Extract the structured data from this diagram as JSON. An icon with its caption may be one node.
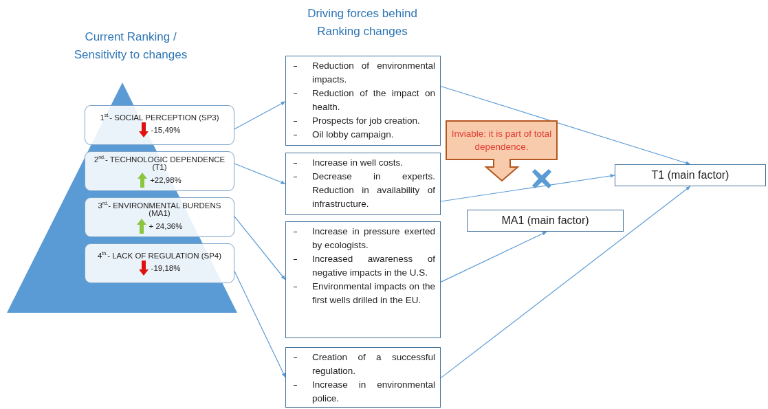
{
  "diagram": {
    "nodes": [
      {
        "text": [
          "1$^{st.}$- SOCIAL PERCEPTION (SP3)",
          "-15,49%"
        ]
      },
      {
        "text": [
          "2$^{nd.}$- TECHNOLOGIC DEPENDENCE (T1)",
          "+22,98%"
        ]
      },
      {
        "text": [
          "3$^{rd.}$- ENVIRONMENTAL BURDENS (MA1)",
          "+ 24,36%"
        ]
      },
      {
        "text": [
          "4$^{th.}$- LACK OF REGULATION (SP4)",
          "-19,18%"
        ]
      },
      {
        "text": [
          "Reduction of environmental impacts.",
          "Reduction of the impact on health.",
          "Prospects for job creation.",
          "Oil lobby campaign."
        ]
      },
      {
        "text": [
          "Increase in well costs.",
          "Decrease in experts. Reduction in availability of infrastructure."
        ]
      },
      {
        "text": [
          "Increase in pressure exerted by ecologists.",
          "Increased awareness of negative impacts in the U.S.",
          "Environmental impacts on the first wells drilled in the EU."
        ]
      },
      {
        "text": [
          "Creation of a successful regulation.",
          "Increase in environmental police."
        ]
      },
      {
        "text": [
          "Inviable: it is part of total dependence."
        ]
      },
      {
        "text": [
          "T1 (main factor)"
        ]
      },
      {
        "text": [
          "MA1 (main factor)"
        ]
      }
    ],
    "edges": [
      {
        "from": 0,
        "to": 4,
        "arrow": "to"
      },
      {
        "from": 1,
        "to": 5,
        "arrow": "to"
      },
      {
        "from": 2,
        "to": 6,
        "arrow": "to"
      },
      {
        "from": 3,
        "to": 7,
        "arrow": "to"
      },
      {
        "from": 4,
        "to": 9,
        "arrow": "to"
      },
      {
        "from": 5,
        "to": 9,
        "arrow": "to"
      },
      {
        "from": 6,
        "to": 10,
        "arrow": "to"
      },
      {
        "from": 7,
        "to": 9,
        "arrow": "to"
      }
    ],
    "labels": [
      "Driving forces behind Ranking changes",
      "Current Ranking / Sensitivity to changes"
    ]
  }
}
